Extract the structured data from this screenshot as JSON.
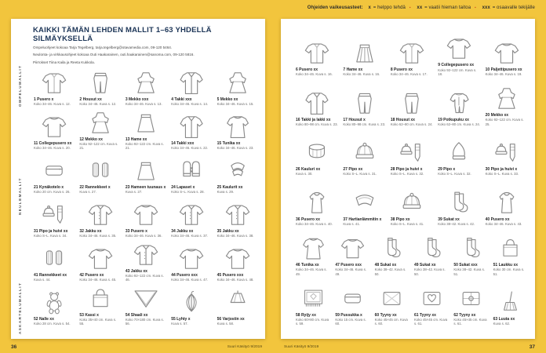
{
  "colors": {
    "background": "#F2C53D",
    "page": "#FFFFFF",
    "heading": "#1C3557",
    "accent": "#CF4A1D",
    "lineart": "#8A8A8A"
  },
  "legend": {
    "intro": "Ohjeiden vaikeusasteet:",
    "separator": "▪",
    "levels": [
      {
        "mark": "x",
        "desc": "= helppo tehdä"
      },
      {
        "mark": "xx",
        "desc": "= vaatii hieman taitoa"
      },
      {
        "mark": "xxx",
        "desc": "= osaavalle tekijälle"
      }
    ]
  },
  "left_page": {
    "title": "KAIKKI TÄMÄN LEHDEN MALLIT 1–63 YHDELLÄ SILMÄYKSELLÄ",
    "credits": [
      "Ompeluohjeet kokoaa Tarja Tegelberg, tarja.tegelberg@otavamedia.com, 09-120 5464.",
      "Neulonta- ja virkkausohjeet kokoaa Outi Haakarainen, outi.haakarainen@sanoma.com, 09-120 5816.",
      "Piirrokset Tiina Kaila ja Reeta Kukkola."
    ],
    "section_labels": [
      "OMPELUMALLIT",
      "NEULEMALLIT",
      "ASKARTELUMALLIT"
    ],
    "page_number": "36",
    "footer": "Suuri Käsityö 9/2019",
    "rows": [
      [
        {
          "n": "1",
          "name": "Pusero",
          "diff": "x",
          "info": "Koko 34–46. Kuva s. 12.",
          "icon": "blouse"
        },
        {
          "n": "2",
          "name": "Housut",
          "diff": "xx",
          "info": "Koko 34–46. Kuva s. 12.",
          "icon": "pants"
        },
        {
          "n": "3",
          "name": "Mekko",
          "diff": "xxx",
          "info": "Koko 34–46. Kuva s. 13.",
          "icon": "dress"
        },
        {
          "n": "4",
          "name": "Takki",
          "diff": "xxx",
          "info": "Koko 34–46. Kuva s. 14.",
          "icon": "coat"
        },
        {
          "n": "5",
          "name": "Mekko",
          "diff": "xx",
          "info": "Koko 34–46. Kuva s. 15.",
          "icon": "dress"
        }
      ],
      [
        {
          "n": "11",
          "name": "Collegepusero",
          "diff": "xx",
          "info": "Koko 34–46. Kuva s. 20.",
          "icon": "top"
        },
        {
          "n": "12",
          "name": "Mekko",
          "diff": "xx",
          "info": "Koko 92–122 cm. Kuva s. 21.",
          "icon": "dress"
        },
        {
          "n": "13",
          "name": "Hame",
          "diff": "xx",
          "info": "Koko 92–122 cm. Kuva s. 21.",
          "icon": "skirt"
        },
        {
          "n": "14",
          "name": "Takki",
          "diff": "xxx",
          "info": "Koko 34–46. Kuva s. 22.",
          "icon": "coat"
        },
        {
          "n": "15",
          "name": "Tunika",
          "diff": "xx",
          "info": "Koko 34–46. Kuva s. 23.",
          "icon": "tunic"
        }
      ],
      [
        {
          "n": "21",
          "name": "Kynäkotelo",
          "diff": "x",
          "info": "Koko 20 cm. Kuva s. 26.",
          "icon": "pouch"
        },
        {
          "n": "22",
          "name": "Rannekkeet",
          "diff": "x",
          "info": "Kuva s. 27.",
          "icon": "wristwarmers"
        },
        {
          "n": "23",
          "name": "Hameen tuunaus",
          "diff": "x",
          "info": "Kuva s. 27.",
          "icon": "skirt"
        },
        {
          "n": "24",
          "name": "Lapaset",
          "diff": "x",
          "info": "Koko S–L. Kuva s. 28.",
          "icon": "mittens"
        },
        {
          "n": "25",
          "name": "Kaulurit",
          "diff": "xx",
          "info": "Kuva s. 29.",
          "icon": "collar"
        }
      ],
      [
        {
          "n": "31",
          "name": "Pipo ja huivi",
          "diff": "xx",
          "info": "Koko S–L. Kuva s. 34.",
          "icon": "beanie-scarf"
        },
        {
          "n": "32",
          "name": "Jakku",
          "diff": "xx",
          "info": "Koko 34–46. Kuva s. 35.",
          "icon": "cardigan"
        },
        {
          "n": "33",
          "name": "Pusero",
          "diff": "x",
          "info": "Koko 34–46. Kuva s. 36.",
          "icon": "top"
        },
        {
          "n": "34",
          "name": "Jakku",
          "diff": "xx",
          "info": "Koko 34–46. Kuva s. 37.",
          "icon": "cardigan"
        },
        {
          "n": "35",
          "name": "Jakku",
          "diff": "xx",
          "info": "Koko 34–46. Kuva s. 38.",
          "icon": "cardigan"
        }
      ],
      [
        {
          "n": "41",
          "name": "Rannekkeet",
          "diff": "xx",
          "info": "Kuva s. 44.",
          "icon": "wristwarmers"
        },
        {
          "n": "42",
          "name": "Pusero",
          "diff": "xx",
          "info": "Koko 34–46. Kuva s. 45.",
          "icon": "top"
        },
        {
          "n": "43",
          "name": "Jakku",
          "diff": "xx",
          "info": "Koko 92–122 cm. Kuva s. 46.",
          "icon": "cardigan"
        },
        {
          "n": "44",
          "name": "Pusero",
          "diff": "xxx",
          "info": "Koko 34–46. Kuva s. 47.",
          "icon": "top"
        },
        {
          "n": "45",
          "name": "Pusero",
          "diff": "xxx",
          "info": "Koko 34–46. Kuva s. 48.",
          "icon": "top"
        }
      ],
      [
        {
          "n": "52",
          "name": "Nalle",
          "diff": "xx",
          "info": "Koko 28 cm. Kuva s. 54.",
          "icon": "teddy"
        },
        {
          "n": "53",
          "name": "Kassi",
          "diff": "x",
          "info": "Koko 35×40 cm. Kuva s. 55.",
          "icon": "bag"
        },
        {
          "n": "54",
          "name": "Shaali",
          "diff": "xx",
          "info": "Koko 70×180 cm. Kuva s. 56.",
          "icon": "shawl"
        },
        {
          "n": "55",
          "name": "Lyhty",
          "diff": "x",
          "info": "Kuva s. 57.",
          "icon": "lantern"
        },
        {
          "n": "56",
          "name": "Varjostin",
          "diff": "xx",
          "info": "Kuva s. 58.",
          "icon": "lampshade"
        }
      ]
    ]
  },
  "right_page": {
    "page_number": "37",
    "footer": "Suuri Käsityö 9/2019",
    "rows": [
      [
        {
          "n": "6",
          "name": "Pusero",
          "diff": "xx",
          "info": "Koko 34–46. Kuva s. 16.",
          "icon": "blouse"
        },
        {
          "n": "7",
          "name": "Hame",
          "diff": "xx",
          "info": "Koko 34–46. Kuva s. 16.",
          "icon": "skirt-pleat"
        },
        {
          "n": "8",
          "name": "Pusero",
          "diff": "xx",
          "info": "Koko 34–46. Kuva s. 17.",
          "icon": "blouse"
        },
        {
          "n": "9",
          "name": "Collegepusero",
          "diff": "xx",
          "info": "Koko 92–122 cm. Kuva s. 18.",
          "icon": "top"
        },
        {
          "n": "10",
          "name": "Paljettipusero",
          "diff": "xx",
          "info": "Koko 34–46. Kuva s. 19.",
          "icon": "top"
        }
      ],
      [
        {
          "n": "16",
          "name": "Takki ja lakki",
          "diff": "xx",
          "info": "Koko 80–98 cm. Kuva s. 23.",
          "icon": "coat"
        },
        {
          "n": "17",
          "name": "Housut",
          "diff": "x",
          "info": "Koko 80–98 cm. Kuva s. 23.",
          "icon": "pants"
        },
        {
          "n": "18",
          "name": "Housut",
          "diff": "xx",
          "info": "Koko 62–80 cm. Kuva s. 24.",
          "icon": "pants"
        },
        {
          "n": "19",
          "name": "Potkupuku",
          "diff": "xx",
          "info": "Koko 62–80 cm. Kuva s. 24.",
          "icon": "romper"
        },
        {
          "n": "20",
          "name": "Mekko",
          "diff": "xx",
          "info": "Koko 92–122 cm. Kuva s. 25.",
          "icon": "dress"
        }
      ],
      [
        {
          "n": "26",
          "name": "Kauluri",
          "diff": "xx",
          "info": "Kuva s. 30.",
          "icon": "cowl"
        },
        {
          "n": "27",
          "name": "Pipo",
          "diff": "xx",
          "info": "Koko S–L. Kuva s. 31.",
          "icon": "beanie"
        },
        {
          "n": "28",
          "name": "Pipo ja huivi",
          "diff": "x",
          "info": "Koko S–L. Kuva s. 32.",
          "icon": "beanie-scarf"
        },
        {
          "n": "29",
          "name": "Pipo",
          "diff": "x",
          "info": "Koko S–L. Kuva s. 32.",
          "icon": "pointy-hat"
        },
        {
          "n": "30",
          "name": "Pipo ja huivi",
          "diff": "x",
          "info": "Koko S–L. Kuva s. 33.",
          "icon": "beanie-scarf"
        }
      ],
      [
        {
          "n": "36",
          "name": "Pusero",
          "diff": "xx",
          "info": "Koko 34–46. Kuva s. 40.",
          "icon": "vest"
        },
        {
          "n": "37",
          "name": "Hartianlämmitin",
          "diff": "x",
          "info": "Kuva s. 41.",
          "icon": "shrug"
        },
        {
          "n": "38",
          "name": "Pipo",
          "diff": "xx",
          "info": "Koko S–L. Kuva s. 41.",
          "icon": "beanie"
        },
        {
          "n": "39",
          "name": "Sukat",
          "diff": "xx",
          "info": "Koko 38–42. Kuva s. 42.",
          "icon": "socks"
        },
        {
          "n": "40",
          "name": "Pusero",
          "diff": "xx",
          "info": "Koko 34–46. Kuva s. 43.",
          "icon": "vest"
        }
      ],
      [
        {
          "n": "46",
          "name": "Tunika",
          "diff": "xx",
          "info": "Koko 34–46. Kuva s. 49.",
          "icon": "tunic"
        },
        {
          "n": "47",
          "name": "Pusero",
          "diff": "xxx",
          "info": "Koko 34–46. Kuva s. 49.",
          "icon": "top"
        },
        {
          "n": "48",
          "name": "Sukat",
          "diff": "xx",
          "info": "Koko 38–42. Kuva s. 50.",
          "icon": "socks"
        },
        {
          "n": "49",
          "name": "Sukat",
          "diff": "xx",
          "info": "Koko 38–42. Kuva s. 50.",
          "icon": "socks"
        },
        {
          "n": "50",
          "name": "Sukat",
          "diff": "xxx",
          "info": "Koko 38–42. Kuva s. 51.",
          "icon": "socks"
        },
        {
          "n": "51",
          "name": "Laukku",
          "diff": "xx",
          "info": "Koko 30 cm. Kuva s. 51.",
          "icon": "bag"
        }
      ],
      [
        {
          "n": "58",
          "name": "Ryijy",
          "diff": "xx",
          "info": "Koko 60×80 cm. Kuva s. 59.",
          "icon": "rug"
        },
        {
          "n": "59",
          "name": "Pussukka",
          "diff": "x",
          "info": "Koko 15 cm. Kuva s. 60.",
          "icon": "pouch"
        },
        {
          "n": "60",
          "name": "Tyyny",
          "diff": "xx",
          "info": "Koko 45×45 cm. Kuva s. 60.",
          "icon": "pillow"
        },
        {
          "n": "61",
          "name": "Tyyny",
          "diff": "xx",
          "info": "Koko 45×45 cm. Kuva s. 61.",
          "icon": "pillow-heart"
        },
        {
          "n": "62",
          "name": "Tyyny",
          "diff": "xx",
          "info": "Koko 45×45 cm. Kuva s. 61.",
          "icon": "pillow-granny"
        },
        {
          "n": "63",
          "name": "Luuta",
          "diff": "xx",
          "info": "Kuva s. 62.",
          "icon": "broom"
        }
      ]
    ]
  }
}
